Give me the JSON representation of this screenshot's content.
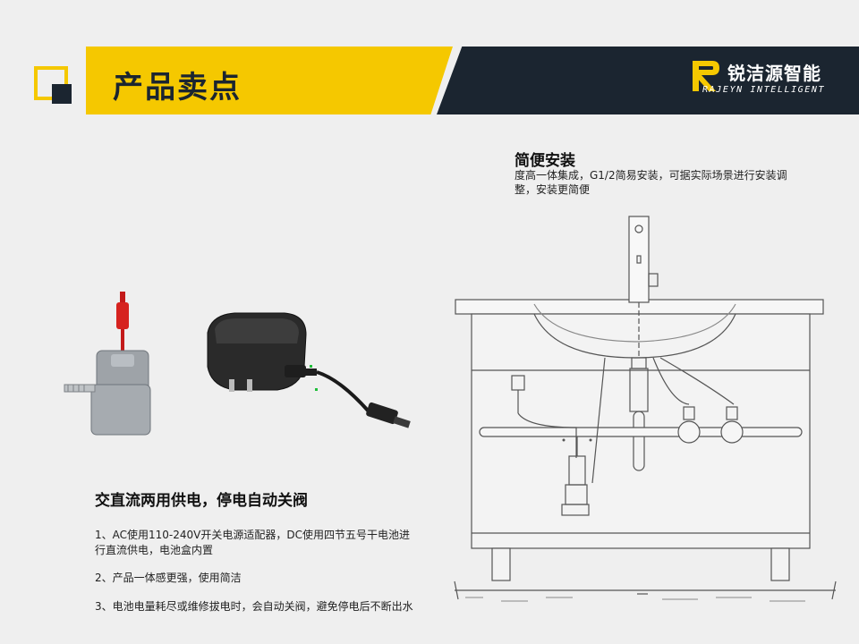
{
  "header": {
    "title": "产品卖点",
    "brand_name": "锐洁源智能",
    "brand_en": "RAJEYN INTELLIGENT"
  },
  "install": {
    "title": "简便安装",
    "description": "度高一体集成，G1/2简易安装，可据实际场景进行安装调整，安装更简便"
  },
  "power": {
    "title": "交直流两用供电，停电自动关阀",
    "points": [
      "1、AC使用110-240V开关电源适配器，DC使用四节五号干电池进行直流供电，电池盒内置",
      "2、产品一体感更强，使用简洁",
      "3、电池电量耗尽或维修拔电时，会自动关阀，避免停电后不断出水"
    ]
  },
  "colors": {
    "accent_yellow": "#f5c800",
    "brand_dark": "#1b2530",
    "background": "#efefef"
  }
}
